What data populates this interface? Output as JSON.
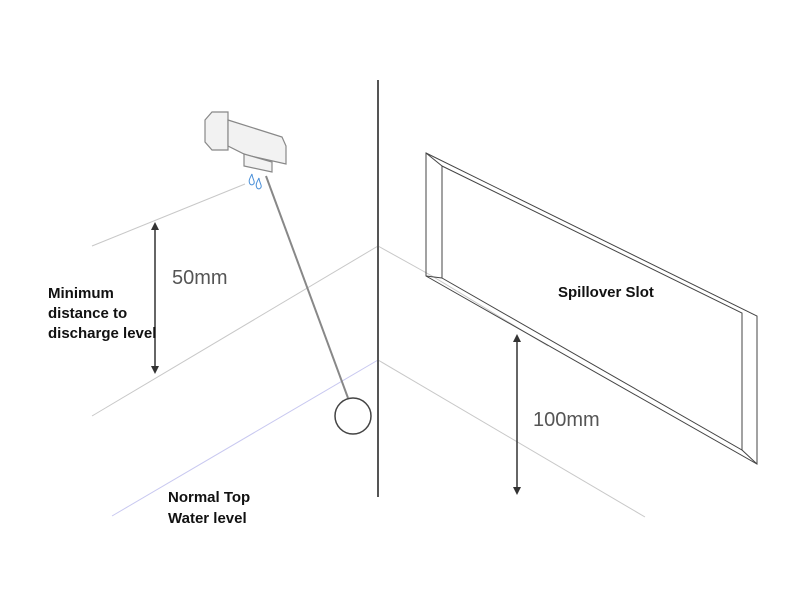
{
  "labels": {
    "minimum_line1": "Minimum",
    "minimum_line2": "distance to",
    "minimum_line3": "discharge level",
    "dim_50": "50mm",
    "dim_100": "100mm",
    "spillover": "Spillover Slot",
    "normal_line1": "Normal Top",
    "normal_line2": "Water level"
  },
  "colors": {
    "line": "#c8c8c8",
    "wall": "#555555",
    "water": "#c8c8f0",
    "arrow": "#333333",
    "drops": "#4a90d9"
  },
  "icons": {
    "tap": "tap-icon",
    "drops": "water-drops-icon",
    "plug": "plug-icon"
  }
}
